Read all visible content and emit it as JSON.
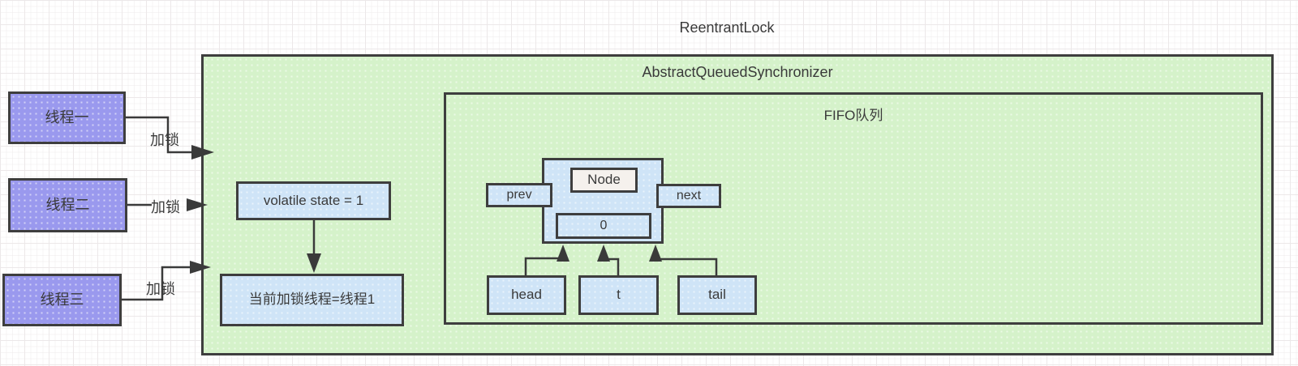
{
  "title": "ReentrantLock",
  "aqs": {
    "label": "AbstractQueuedSynchronizer"
  },
  "fifo": {
    "label": "FIFO队列"
  },
  "threads": [
    {
      "label": "线程一",
      "lock_label": "加锁"
    },
    {
      "label": "线程二",
      "lock_label": "加锁"
    },
    {
      "label": "线程三",
      "lock_label": "加锁"
    }
  ],
  "state_box": {
    "label": "volatile state = 1"
  },
  "owner_box": {
    "label": "当前加锁线程=线程1"
  },
  "node": {
    "title": "Node",
    "prev_label": "prev",
    "next_label": "next",
    "value": "0"
  },
  "pointers": [
    {
      "label": "head"
    },
    {
      "label": "t"
    },
    {
      "label": "tail"
    }
  ],
  "colors": {
    "container_fill": "#d5f2ca",
    "thread_fill": "#9a99ee",
    "cell_fill": "#cfe4f7",
    "node_title_fill": "#f5f1ed",
    "border": "#3e3e3e",
    "grid_line": "#ece8e9",
    "text": "#3a3a3a"
  }
}
